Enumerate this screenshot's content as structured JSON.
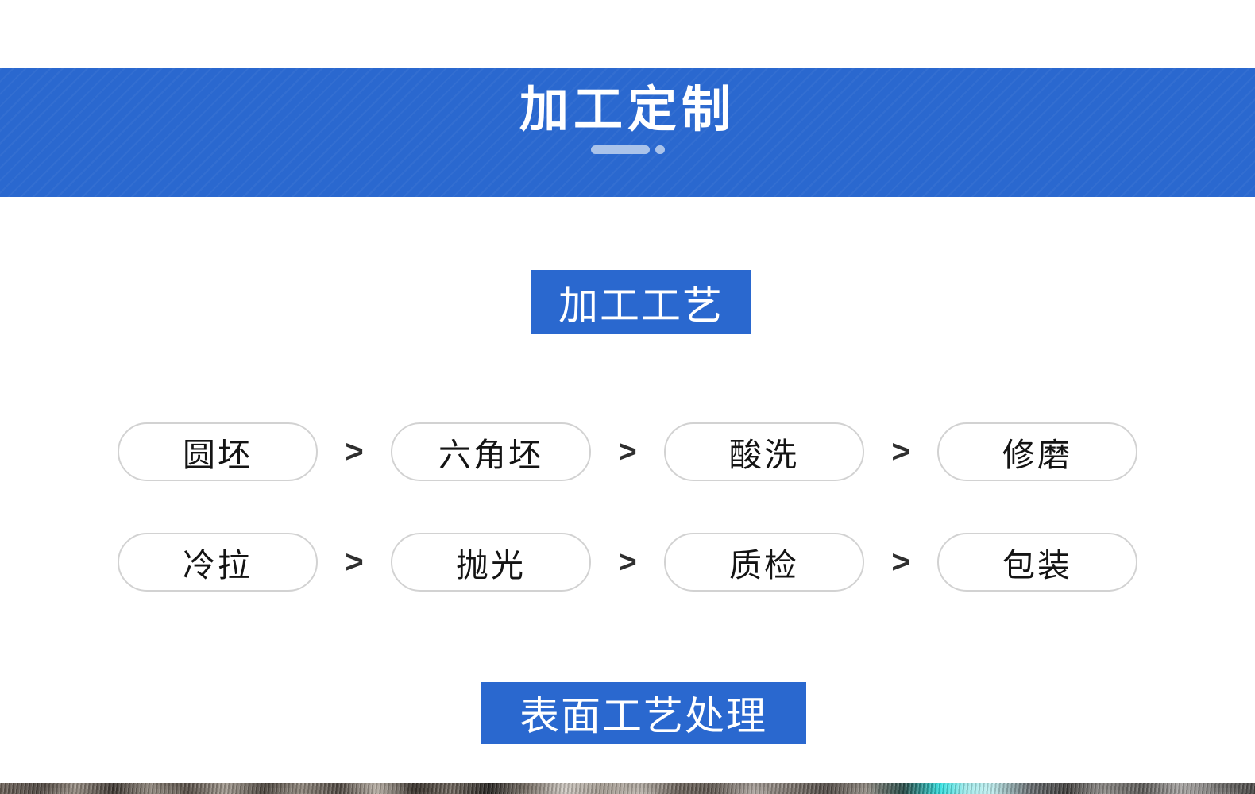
{
  "colors": {
    "brand_blue": "#2a68cf",
    "underline_light_blue": "#aac3ea",
    "pill_border": "#d2d2d2",
    "pill_text": "#141414",
    "page_background": "#ffffff"
  },
  "banner": {
    "title": "加工定制"
  },
  "sections": {
    "process_label": "加工工艺",
    "surface_label": "表面工艺处理"
  },
  "flow": {
    "separator": ">",
    "rows": [
      {
        "steps": [
          {
            "label": "圆坯"
          },
          {
            "label": "六角坯"
          },
          {
            "label": "酸洗"
          },
          {
            "label": "修磨"
          }
        ]
      },
      {
        "steps": [
          {
            "label": "冷拉"
          },
          {
            "label": "抛光"
          },
          {
            "label": "质检"
          },
          {
            "label": "包装"
          }
        ]
      }
    ]
  }
}
